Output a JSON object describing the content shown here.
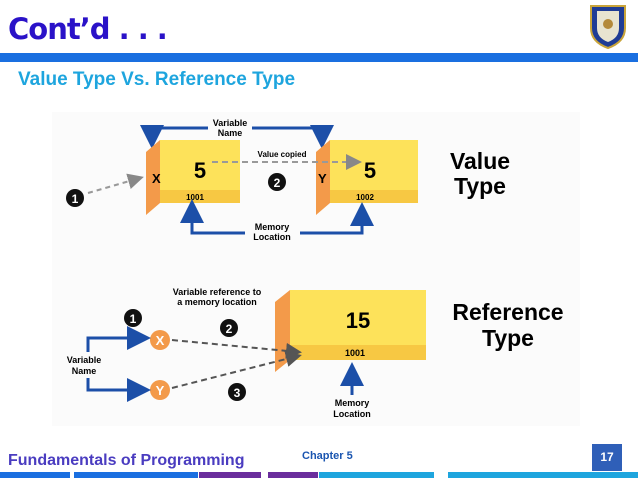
{
  "header": {
    "title": "Cont’d . . .",
    "subtitle": "Value Type Vs. Reference Type"
  },
  "value_diagram": {
    "label_line1": "Variable",
    "label_line2": "Name",
    "copied": "Value copied",
    "x_var": "X",
    "y_var": "Y",
    "x_value": "5",
    "y_value": "5",
    "x_addr": "1001",
    "y_addr": "1002",
    "mem_line1": "Memory",
    "mem_line2": "Location",
    "step1": "1",
    "step2": "2",
    "title_line1": "Value",
    "title_line2": "Type"
  },
  "reference_diagram": {
    "ref_line1": "Variable reference to",
    "ref_line2": "a memory location",
    "var_line1": "Variable",
    "var_line2": "Name",
    "x_var": "X",
    "y_var": "Y",
    "value": "15",
    "addr": "1001",
    "mem_line1": "Memory",
    "mem_line2": "Location",
    "step1": "1",
    "step2": "2",
    "step3": "3",
    "title_line1": "Reference",
    "title_line2": "Type"
  },
  "footer": {
    "course": "Fundamentals of Programming",
    "chapter": "Chapter 5",
    "page": "17"
  }
}
